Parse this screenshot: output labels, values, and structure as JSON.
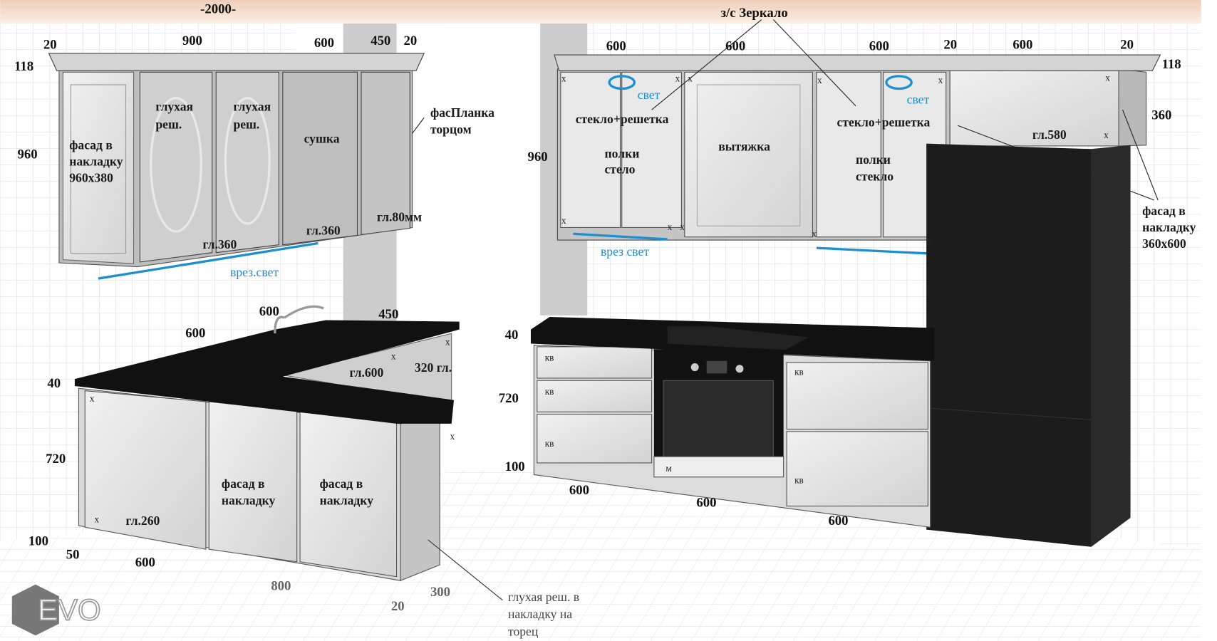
{
  "colors": {
    "ceiling": "#f4dccb",
    "grid": "#d9d9d9",
    "cabinet": "#e6e6e6",
    "cabinet_dark": "#c9c9c9",
    "countertop": "#111111",
    "fridge": "#1c1c1c",
    "pillar": "#cfcfcf",
    "light_line": "#1b8fd0"
  },
  "top": {
    "total_width": "-2000-",
    "mirror_note": "з/с Зеркало"
  },
  "left_upper": {
    "dims": {
      "d20a": "20",
      "w900": "900",
      "w600": "600",
      "w450": "450",
      "d20b": "20",
      "h118": "118",
      "h960": "960"
    },
    "end_panel": [
      "фасад в",
      "накладку",
      "960x380"
    ],
    "door1": [
      "глухая",
      "реш."
    ],
    "door2": [
      "глухая",
      "реш."
    ],
    "dryer": "сушка",
    "side_strip": [
      "фасПланка",
      "торцом"
    ],
    "depth80": "гл.80мм",
    "depth360a": "гл.360",
    "depth360b": "гл.360",
    "light_cut": "врез.свет"
  },
  "left_base": {
    "dims": {
      "w600_sink": "600",
      "w450": "450",
      "w600_top": "600",
      "h40": "40",
      "h720": "720",
      "h100": "100",
      "d50": "50",
      "w600_bottom": "600",
      "w800": "800",
      "w300": "300",
      "d20": "20"
    },
    "depth600": "гл.600",
    "depth320": "320 гл.",
    "depth260": "гл.260",
    "facade1": [
      "фасад в",
      "накладку"
    ],
    "facade2": [
      "фасад в",
      "накладку"
    ],
    "end_note": [
      "глухая реш. в",
      "накладку на",
      "торец"
    ]
  },
  "right_upper": {
    "dims": {
      "w600a": "600",
      "w600b": "600",
      "w600c": "600",
      "d20a": "20",
      "w600d": "600",
      "d20b": "20",
      "h118": "118",
      "h360": "360",
      "h960": "960"
    },
    "light1": "свет",
    "light2": "свет",
    "glass1": "стекло+решетка",
    "glass2": "стекло+решетка",
    "shelves1": [
      "полки",
      "стело"
    ],
    "shelves2": [
      "полки",
      "стекло"
    ],
    "hood": "вытяжка",
    "depth580": "гл.580",
    "facade_note": [
      "фасад в",
      "накладку",
      "360x600"
    ],
    "light_cut": "врез свет"
  },
  "right_base": {
    "dims": {
      "h40": "40",
      "h720": "720",
      "h100": "100",
      "w600a": "600",
      "w600b": "600",
      "w600c": "600"
    },
    "drawer_label": "кв",
    "oven_drawer": "м"
  },
  "marker": "x",
  "logo": "EVO"
}
